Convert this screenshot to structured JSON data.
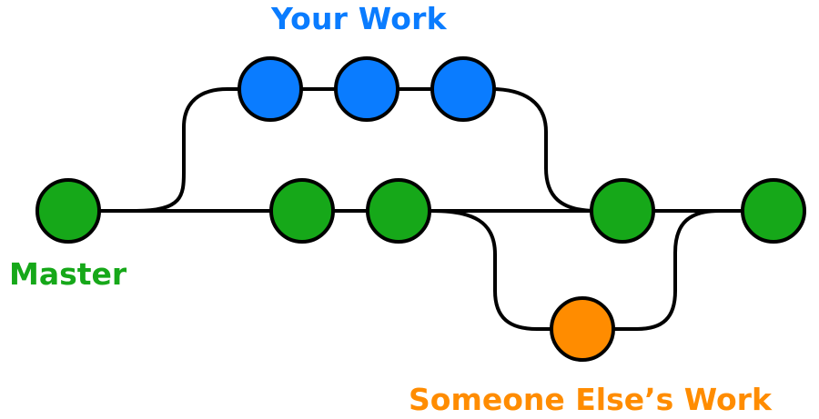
{
  "labels": {
    "your_work": "Your Work",
    "master": "Master",
    "someone_else": "Someone Else’s Work"
  },
  "colors": {
    "your_work": "#0a7cff",
    "master": "#16a819",
    "someone_else": "#ff8c00",
    "line": "#000000"
  },
  "branches": {
    "master": {
      "commit_count": 5
    },
    "your_work": {
      "commit_count": 3
    },
    "someone_else": {
      "commit_count": 1
    }
  }
}
